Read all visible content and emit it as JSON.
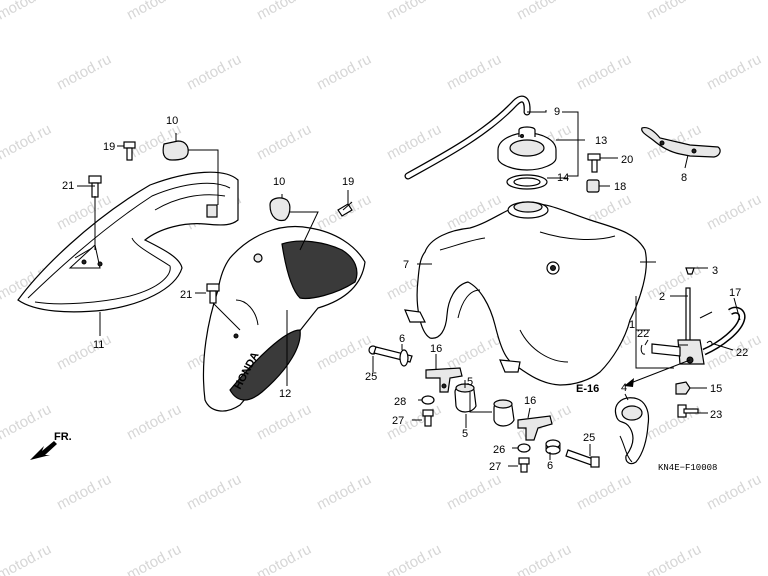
{
  "watermark": "motod.ru",
  "diagram_code": "KN4E−F10008",
  "ref_label": "E-16",
  "direction_label": "FR.",
  "brand_text": "HONDA",
  "callouts": {
    "c1": "1",
    "c2": "2",
    "c3": "3",
    "c4": "4",
    "c5a": "5",
    "c5b": "5",
    "c6a": "6",
    "c6b": "6",
    "c7": "7",
    "c8": "8",
    "c9": "9",
    "c10a": "10",
    "c10b": "10",
    "c11": "11",
    "c12": "12",
    "c13": "13",
    "c14": "14",
    "c15": "15",
    "c16a": "16",
    "c16b": "16",
    "c17": "17",
    "c18": "18",
    "c19a": "19",
    "c19b": "19",
    "c20": "20",
    "c21a": "21",
    "c21b": "21",
    "c22a": "22",
    "c22b": "22",
    "c23": "23",
    "c25a": "25",
    "c25b": "25",
    "c26": "26",
    "c27a": "27",
    "c27b": "27",
    "c28": "28"
  }
}
